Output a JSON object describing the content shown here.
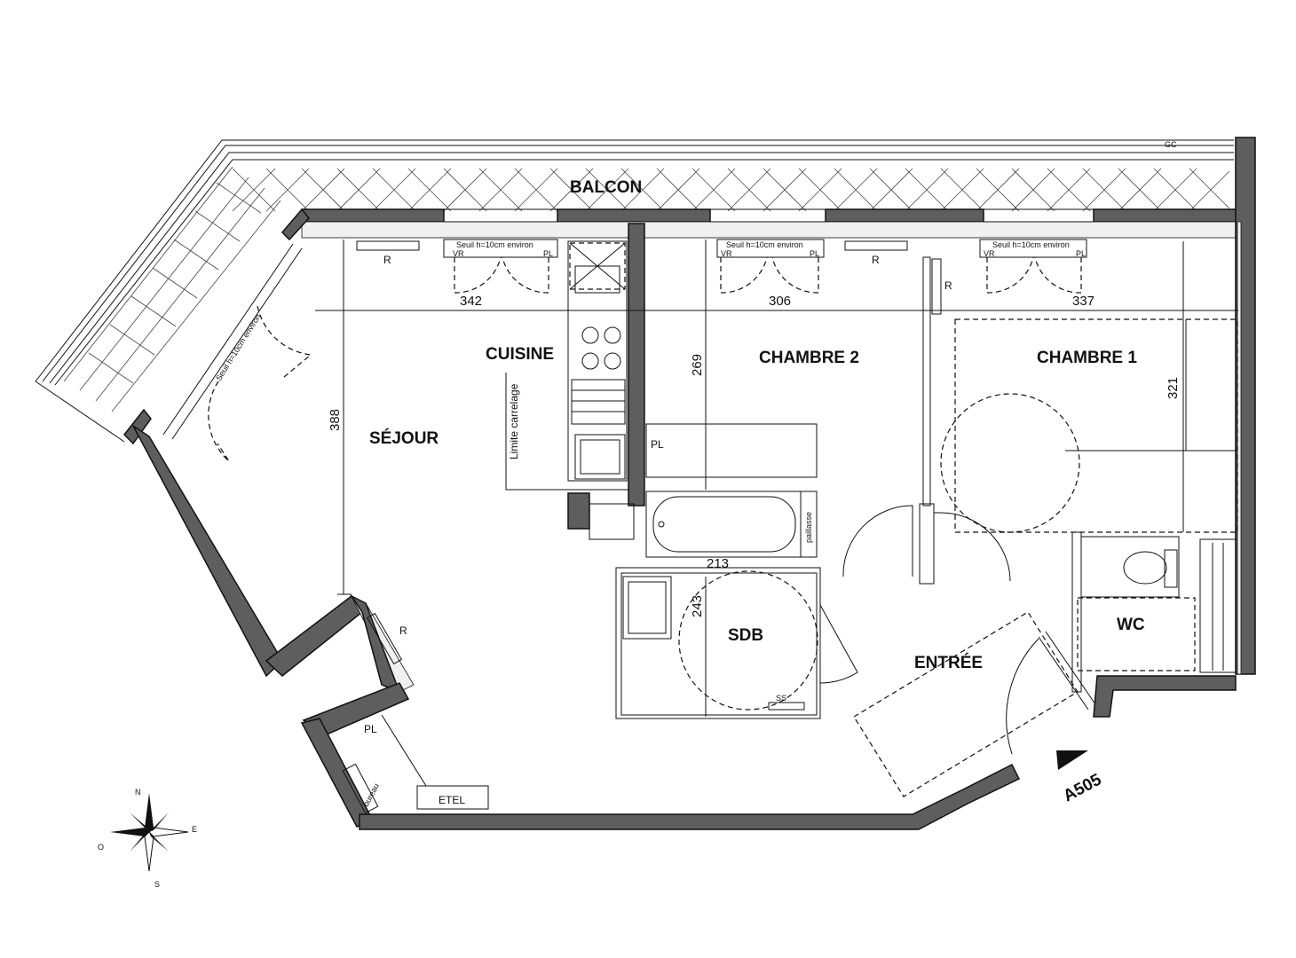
{
  "rooms": {
    "balcon": "BALCON",
    "cuisine": "CUISINE",
    "chambre2": "CHAMBRE 2",
    "chambre1": "CHAMBRE 1",
    "sejour": "SÉJOUR",
    "sdb": "SDB",
    "entree": "ENTRÉE",
    "wc": "WC"
  },
  "dimensions": {
    "sejour_width": "342",
    "sejour_depth": "388",
    "chambre2_width": "306",
    "chambre2_depth": "269",
    "chambre1_width": "337",
    "chambre1_depth": "321",
    "sdb_width": "213",
    "sdb_depth": "243"
  },
  "labels": {
    "seuil": "Seuil h=10cm environ",
    "vr": "VR",
    "pl": "PL",
    "radiator": "R",
    "limite_carrelage": "Limite carrelage",
    "paillasse": "paillasse",
    "etel": "ETEL",
    "gc": "GC",
    "ss": "SS",
    "bureau": "bureau",
    "apartment_ref": "A505"
  },
  "compass": {
    "north": "N",
    "south": "S",
    "east": "E",
    "west": "O"
  }
}
